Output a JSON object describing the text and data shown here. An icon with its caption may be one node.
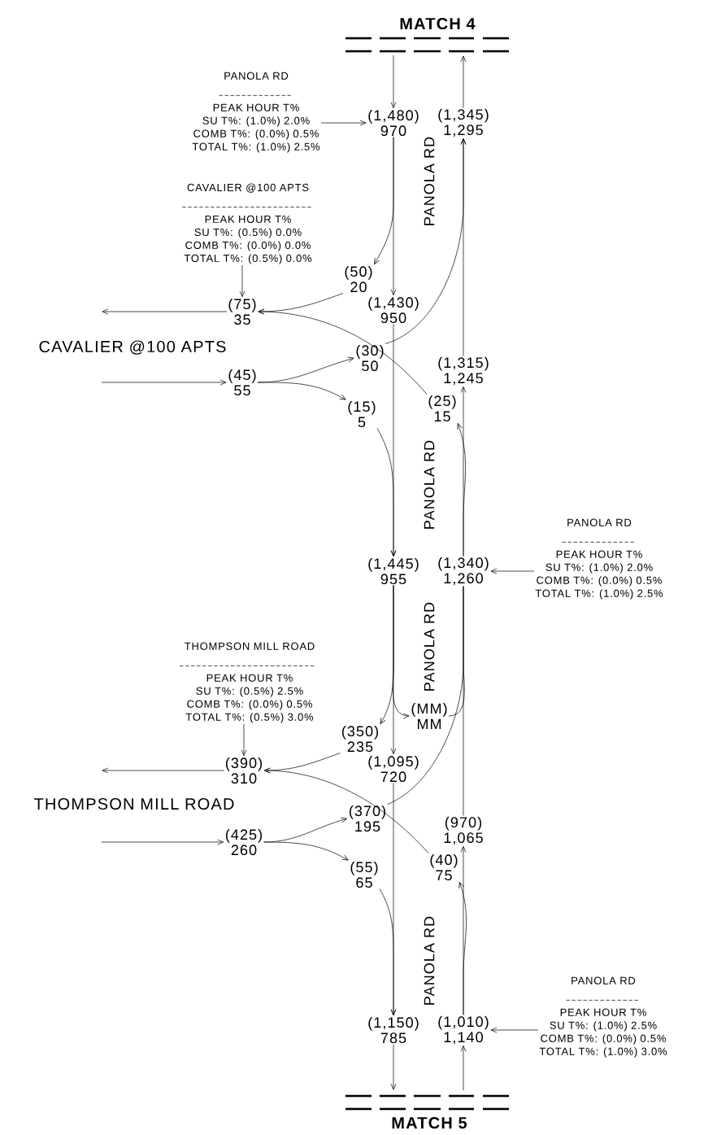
{
  "diagram": {
    "nodes": [
      {
        "text": [
          "PANOLA RD",
          "PEAK HOUR T%",
          "SU T%: (1.0%) 2.0%",
          "COMB T%: (0.0%) 0.5%",
          "TOTAL T%: (1.0%) 2.5%"
        ]
      },
      {
        "text": [
          "(1,480)",
          "970"
        ]
      },
      {
        "text": [
          "(1,345)",
          "1,295"
        ]
      },
      {
        "text": [
          "CAVALIER @100 APTS",
          "PEAK HOUR T%",
          "SU T%: (0.5%) 0.0%",
          "COMB T%: (0.0%) 0.0%",
          "TOTAL T%: (0.5%) 0.0%"
        ]
      },
      {
        "text": [
          "(50)",
          "20"
        ]
      },
      {
        "text": [
          "(75)",
          "35"
        ]
      },
      {
        "text": [
          "(1,430)",
          "950"
        ]
      },
      {
        "text": [
          "(30)",
          "50"
        ]
      },
      {
        "text": [
          "(45)",
          "55"
        ]
      },
      {
        "text": [
          "(1,315)",
          "1,245"
        ]
      },
      {
        "text": [
          "(15)",
          "5"
        ]
      },
      {
        "text": [
          "(25)",
          "15"
        ]
      },
      {
        "text": [
          "(1,445)",
          "955"
        ]
      },
      {
        "text": [
          "(1,340)",
          "1,260"
        ]
      },
      {
        "text": [
          "PANOLA RD",
          "PEAK HOUR T%",
          "SU T%: (1.0%) 2.0%",
          "COMB T%: (0.0%) 0.5%",
          "TOTAL T%: (1.0%) 2.5%"
        ]
      },
      {
        "text": [
          "THOMPSON MILL ROAD",
          "PEAK HOUR T%",
          "SU T%: (0.5%) 2.5%",
          "COMB T%: (0.0%) 0.5%",
          "TOTAL T%: (0.5%) 3.0%"
        ]
      },
      {
        "text": [
          "(MM)",
          "MM"
        ]
      },
      {
        "text": [
          "(350)",
          "235"
        ]
      },
      {
        "text": [
          "(390)",
          "310"
        ]
      },
      {
        "text": [
          "(1,095)",
          "720"
        ]
      },
      {
        "text": [
          "(370)",
          "195"
        ]
      },
      {
        "text": [
          "(425)",
          "260"
        ]
      },
      {
        "text": [
          "(970)",
          "1,065"
        ]
      },
      {
        "text": [
          "(55)",
          "65"
        ]
      },
      {
        "text": [
          "(40)",
          "75"
        ]
      },
      {
        "text": [
          "(1,150)",
          "785"
        ]
      },
      {
        "text": [
          "(1,010)",
          "1,140"
        ]
      },
      {
        "text": [
          "PANOLA RD",
          "PEAK HOUR T%",
          "SU T%: (1.0%) 2.5%",
          "COMB T%: (0.0%) 0.5%",
          "TOTAL T%: (1.0%) 3.0%"
        ]
      }
    ],
    "edges": [
      {
        "from": null,
        "to": 1,
        "arrow": "to"
      },
      {
        "from": 0,
        "to": 1,
        "arrow": "to"
      },
      {
        "from": 2,
        "to": null,
        "arrow": "to"
      },
      {
        "from": 1,
        "to": 6,
        "arrow": "to"
      },
      {
        "from": 1,
        "to": 4,
        "arrow": "to"
      },
      {
        "from": 3,
        "to": 5,
        "arrow": "to"
      },
      {
        "from": 4,
        "to": 5,
        "arrow": "to"
      },
      {
        "from": 11,
        "to": 5,
        "arrow": "to"
      },
      {
        "from": 5,
        "to": null,
        "arrow": "to"
      },
      {
        "from": null,
        "to": 8,
        "arrow": "to"
      },
      {
        "from": 8,
        "to": 7,
        "arrow": "to"
      },
      {
        "from": 8,
        "to": 10,
        "arrow": "to"
      },
      {
        "from": 7,
        "to": 2,
        "arrow": "to"
      },
      {
        "from": 9,
        "to": 2,
        "arrow": "to"
      },
      {
        "from": 6,
        "to": 12,
        "arrow": "to"
      },
      {
        "from": 10,
        "to": 12,
        "arrow": "to"
      },
      {
        "from": 13,
        "to": 9,
        "arrow": "to"
      },
      {
        "from": 13,
        "to": 11,
        "arrow": "to"
      },
      {
        "from": 14,
        "to": 13,
        "arrow": "to"
      },
      {
        "from": 12,
        "to": 19,
        "arrow": "to"
      },
      {
        "from": 12,
        "to": 17,
        "arrow": "to"
      },
      {
        "from": 12,
        "to": 16,
        "arrow": "to"
      },
      {
        "from": 15,
        "to": 18,
        "arrow": "to"
      },
      {
        "from": 17,
        "to": 18,
        "arrow": "to"
      },
      {
        "from": 24,
        "to": 18,
        "arrow": "to"
      },
      {
        "from": 18,
        "to": null,
        "arrow": "to"
      },
      {
        "from": null,
        "to": 21,
        "arrow": "to"
      },
      {
        "from": 21,
        "to": 20,
        "arrow": "to"
      },
      {
        "from": 21,
        "to": 23,
        "arrow": "to"
      },
      {
        "from": 20,
        "to": 13,
        "arrow": "none"
      },
      {
        "from": 16,
        "to": 13,
        "arrow": "none"
      },
      {
        "from": 22,
        "to": 13,
        "arrow": "none"
      },
      {
        "from": 19,
        "to": 25,
        "arrow": "to"
      },
      {
        "from": 23,
        "to": 25,
        "arrow": "to"
      },
      {
        "from": 26,
        "to": 22,
        "arrow": "to"
      },
      {
        "from": 26,
        "to": 24,
        "arrow": "to"
      },
      {
        "from": 27,
        "to": 26,
        "arrow": "to"
      },
      {
        "from": 25,
        "to": null,
        "arrow": "to"
      },
      {
        "from": null,
        "to": 26,
        "arrow": "to"
      }
    ],
    "labels": [
      "MATCH 4",
      "PANOLA RD",
      "CAVALIER @100 APTS",
      "PANOLA RD",
      "PANOLA RD",
      "THOMPSON MILL ROAD",
      "PANOLA RD",
      "MATCH 5"
    ]
  }
}
